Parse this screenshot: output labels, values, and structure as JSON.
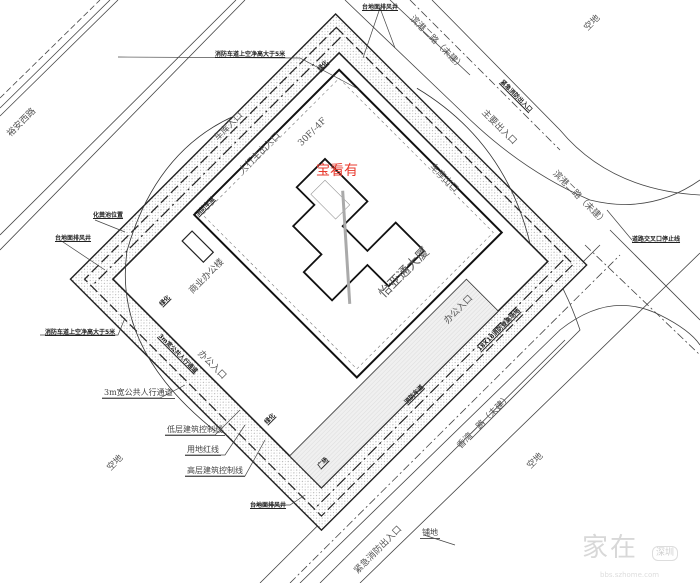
{
  "drawing": {
    "overlay_text": "宝看有",
    "roads": {
      "yuan_west": "裕安西路",
      "binggang_top": "滨港二路（未建）",
      "binggang_right": "滨港二路（未建）",
      "xiangwan": "香湾一路（未建）"
    },
    "vacant": [
      "空地",
      "空地",
      "空地"
    ],
    "building_main": "怡亚通大厦",
    "building_commercial": "商业办公楼",
    "floors": "30F/-4F",
    "entrances": {
      "garage_in": "车库入口",
      "garage_out": "车库出口",
      "pedestrian_main": "人行主出入口",
      "office_right": "办公入口",
      "office_left": "办公入口",
      "main_entry": "主要出入口",
      "emergency_top": "紧急消防出入口",
      "emergency_bottom": "紧急消防出入口"
    },
    "inner_labels": {
      "fire_lane_top": "消防车道",
      "fire_lane_bottom": "消防车道",
      "fire_platform": "18X18消防登高场地",
      "walkway_inner": "3m宽公共人行通道",
      "plaza": "广场",
      "green": [
        "绿化",
        "绿化",
        "绿化"
      ]
    },
    "callouts": {
      "vent_top": "台地面排风井",
      "vent_left": "台地面排风井",
      "vent_bottom": "台地面排风井",
      "clearance_top": "消防车道上空净高大于5米",
      "clearance_left": "消防车道上空净高大于5米",
      "septic": "化粪池位置",
      "walkway": "3m宽公共人行通道",
      "low_rise_line": "低层建筑控制线",
      "red_line": "用地红线",
      "high_rise_line": "高层建筑控制线",
      "paving": "铺地",
      "stop_line": "道路交叉口停止线"
    },
    "watermark": {
      "main": "家在",
      "badge": "深圳",
      "url": "bbs.szhome.com"
    },
    "colors": {
      "overlay": "#e83a2e",
      "line": "#222222",
      "hatch": "#d9d9d9"
    }
  }
}
